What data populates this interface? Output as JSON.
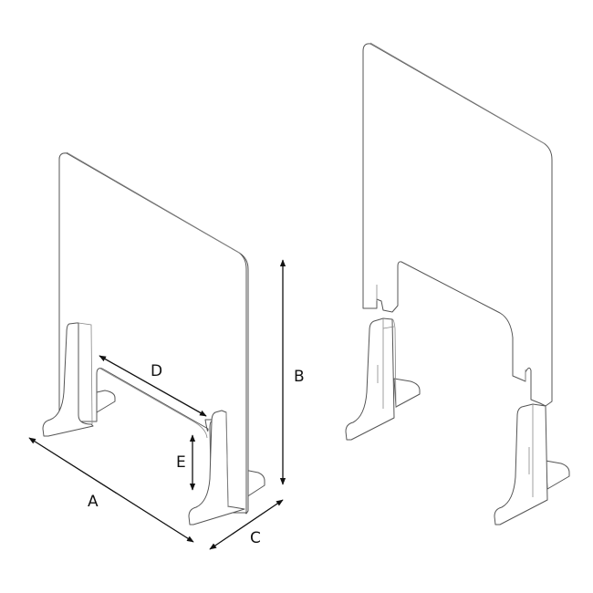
{
  "dimension_labels": {
    "a": "A",
    "b": "B",
    "c": "C",
    "d": "D",
    "e": "E"
  },
  "colors": {
    "line": "#555555",
    "dimension": "#111111",
    "background": "#ffffff"
  }
}
